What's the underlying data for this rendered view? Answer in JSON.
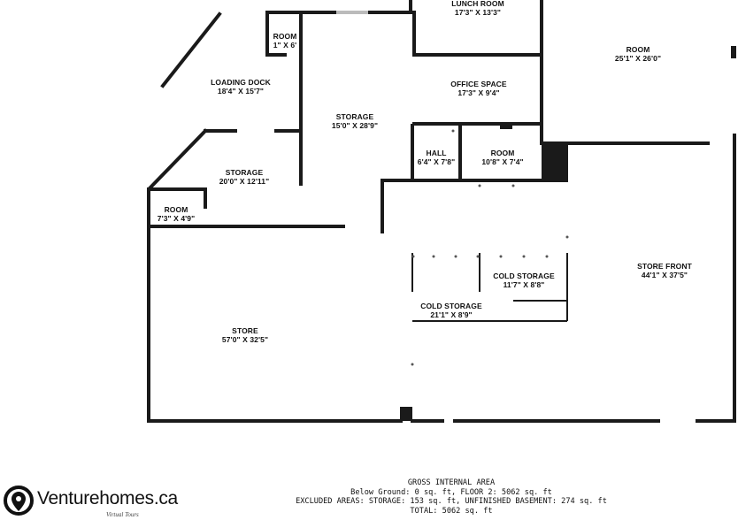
{
  "rooms": [
    {
      "id": "room-small-top",
      "name": "ROOM",
      "dims": "1\" X 6'"
    },
    {
      "id": "loading-dock",
      "name": "LOADING DOCK",
      "dims": "18'4\" X 15'7\""
    },
    {
      "id": "lunch-room",
      "name": "LUNCH ROOM",
      "dims": "17'3\" X 13'3\""
    },
    {
      "id": "room-right-top",
      "name": "ROOM",
      "dims": "25'1\" X 26'0\""
    },
    {
      "id": "office-space",
      "name": "OFFICE SPACE",
      "dims": "17'3\" X 9'4\""
    },
    {
      "id": "storage-center",
      "name": "STORAGE",
      "dims": "15'0\" X 28'9\""
    },
    {
      "id": "hall",
      "name": "HALL",
      "dims": "6'4\" X 7'8\""
    },
    {
      "id": "room-mid",
      "name": "ROOM",
      "dims": "10'8\" X 7'4\""
    },
    {
      "id": "storage-left",
      "name": "STORAGE",
      "dims": "20'0\" X 12'11\""
    },
    {
      "id": "room-left",
      "name": "ROOM",
      "dims": "7'3\" X 4'9\""
    },
    {
      "id": "store-front",
      "name": "STORE FRONT",
      "dims": "44'1\" X 37'5\""
    },
    {
      "id": "cold-storage-1",
      "name": "COLD STORAGE",
      "dims": "11'7\" X 8'8\""
    },
    {
      "id": "cold-storage-2",
      "name": "COLD STORAGE",
      "dims": "21'1\" X 8'9\""
    },
    {
      "id": "store",
      "name": "STORE",
      "dims": "57'0\" X 32'5\""
    }
  ],
  "summary": {
    "heading": "GROSS INTERNAL AREA",
    "line1": "Below Ground: 0 sq. ft, FLOOR 2: 5062 sq. ft",
    "line2": "EXCLUDED AREAS: STORAGE: 153 sq. ft, UNFINISHED BASEMENT: 274 sq. ft",
    "line3": "TOTAL: 5062 sq. ft"
  },
  "brand": {
    "name": "Venturehomes.ca",
    "tagline": "Virtual Tours",
    "icon": "location-pin-icon"
  }
}
